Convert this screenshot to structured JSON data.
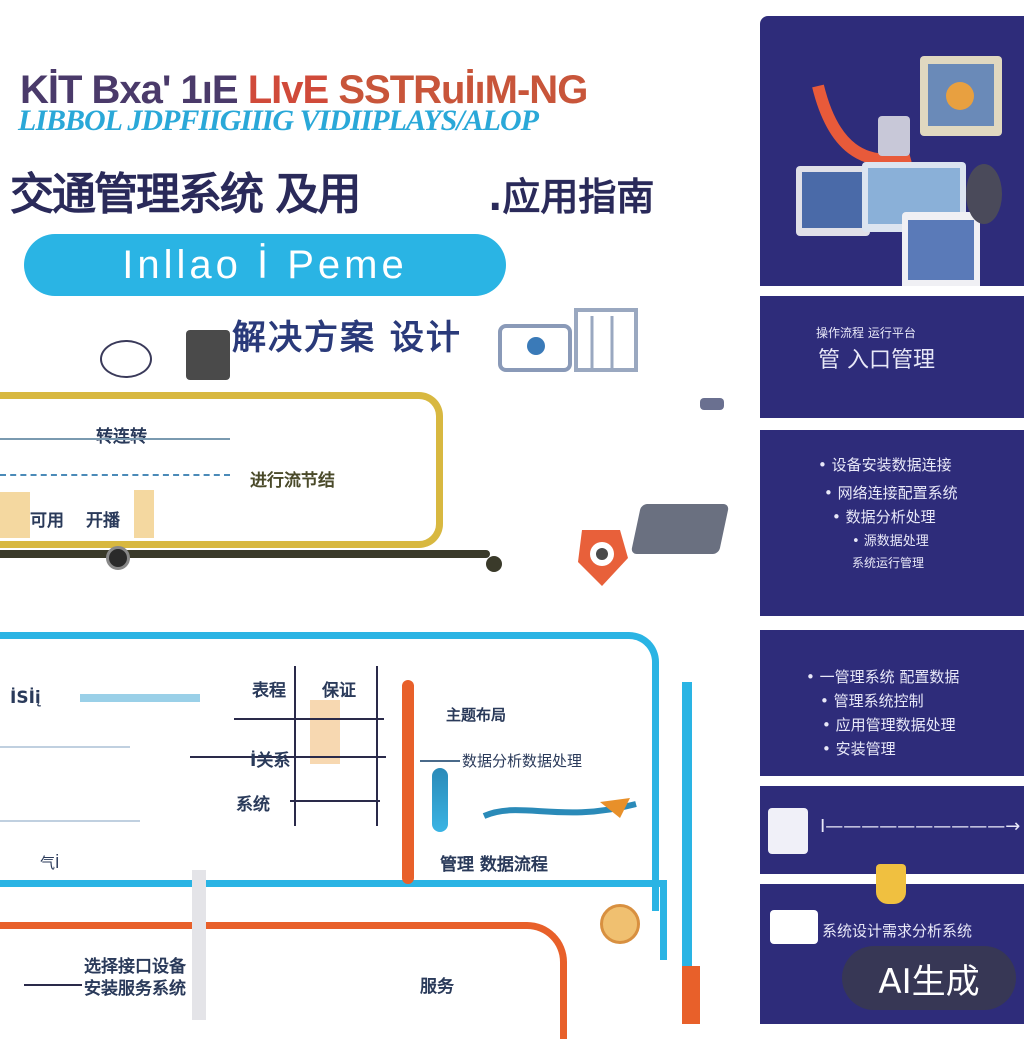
{
  "header": {
    "title_part1": "KİT Bxa' 1ıE",
    "title_part2": "LIvE",
    "title_part3": "SSTRuİıM-NG",
    "subtitle_en": "LIBBOL JDPFIIGIIIG VIDIIPLAYS/ALOP",
    "subtitle_cn": "交通管理系统 及用",
    "subtitle_cn_right": ".应用指南",
    "pill_label": "Inllao İ Peme",
    "section_label": "解决方案 设计"
  },
  "yellow_lane": {
    "label_top": "转连转",
    "label_mid": "进行流节结",
    "label_a": "可用",
    "label_b": "开播"
  },
  "blue_lane": {
    "label_left": "İSİį",
    "label_mid1": "表程",
    "label_mid2": "保证",
    "label_mid3": "İ关系",
    "label_mid4": "系统",
    "label_right1": "主题布局",
    "label_right2": "数据分析数据处理",
    "label_right3": "管理 数据流程",
    "label_small": "气İ"
  },
  "orange_lane": {
    "label_1": "选择接口设备",
    "label_2": "安装服务系统",
    "label_3": "服务"
  },
  "sidebar": {
    "panel1_heading": "操作流程 运行平台",
    "panel1_text": "管 入口管理",
    "panel2_lines": [
      "• 设备安装数据连接",
      "• 网络连接配置系统",
      "• 数据分析处理",
      "• 源数据处理",
      "系统运行管理"
    ],
    "panel3_lines": [
      "• 一管理系统 配置数据",
      "• 管理系统控制",
      "• 应用管理数据处理",
      "• 安装管理"
    ],
    "panel4_text": "I——————————→",
    "panel5_text": "系统设计需求分析系统"
  },
  "watermark": "AI生成",
  "colors": {
    "navy": "#2e2c7a",
    "cyan": "#2ab4e4",
    "yellow": "#d8b840",
    "orange": "#e8602a"
  }
}
